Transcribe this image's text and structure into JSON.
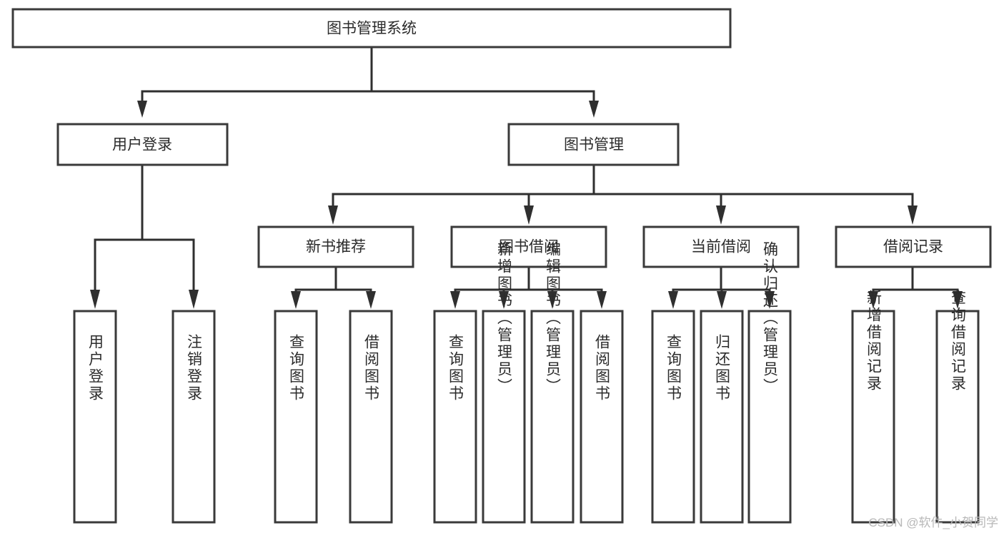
{
  "diagram": {
    "type": "tree-hierarchy-chart",
    "title": "图书管理系统",
    "watermark": "CSDN @软件_小贺同学",
    "colors": {
      "box_stroke": "#3a3a3a",
      "box_fill": "#ffffff",
      "connector": "#2f2f2f",
      "label_text": "#2b2b2b",
      "watermark_text": "#b8b8b8",
      "background": "#ffffff"
    },
    "root": {
      "label": "图书管理系统"
    },
    "level2": [
      {
        "id": "user-login",
        "label": "用户登录"
      },
      {
        "id": "book-manage",
        "label": "图书管理"
      }
    ],
    "level3": [
      {
        "id": "new-book-recommend",
        "label": "新书推荐",
        "parent": "book-manage"
      },
      {
        "id": "book-borrow",
        "label": "图书借阅",
        "parent": "book-manage"
      },
      {
        "id": "current-borrow",
        "label": "当前借阅",
        "parent": "book-manage"
      },
      {
        "id": "borrow-record",
        "label": "借阅记录",
        "parent": "book-manage"
      }
    ],
    "leaves": [
      {
        "id": "leaf-user-login",
        "label": "用户登录",
        "parent": "user-login"
      },
      {
        "id": "leaf-logout-login",
        "label": "注销登录",
        "parent": "user-login"
      },
      {
        "id": "leaf-query-book-1",
        "label": "查询图书",
        "parent": "new-book-recommend"
      },
      {
        "id": "leaf-borrow-book-1",
        "label": "借阅图书",
        "parent": "new-book-recommend"
      },
      {
        "id": "leaf-query-book-2",
        "label": "查询图书",
        "parent": "book-borrow"
      },
      {
        "id": "leaf-add-book",
        "label": "新增图书（管理员）",
        "parent": "book-borrow"
      },
      {
        "id": "leaf-edit-book",
        "label": "编辑图书（管理员）",
        "parent": "book-borrow"
      },
      {
        "id": "leaf-borrow-book-2",
        "label": "借阅图书",
        "parent": "book-borrow"
      },
      {
        "id": "leaf-query-book-3",
        "label": "查询图书",
        "parent": "current-borrow"
      },
      {
        "id": "leaf-return-book",
        "label": "归还图书",
        "parent": "current-borrow"
      },
      {
        "id": "leaf-confirm-return",
        "label": "确认归还（管理员）",
        "parent": "current-borrow"
      },
      {
        "id": "leaf-add-record",
        "label": "新增借阅记录",
        "parent": "borrow-record"
      },
      {
        "id": "leaf-query-record",
        "label": "查询借阅记录",
        "parent": "borrow-record"
      }
    ]
  }
}
